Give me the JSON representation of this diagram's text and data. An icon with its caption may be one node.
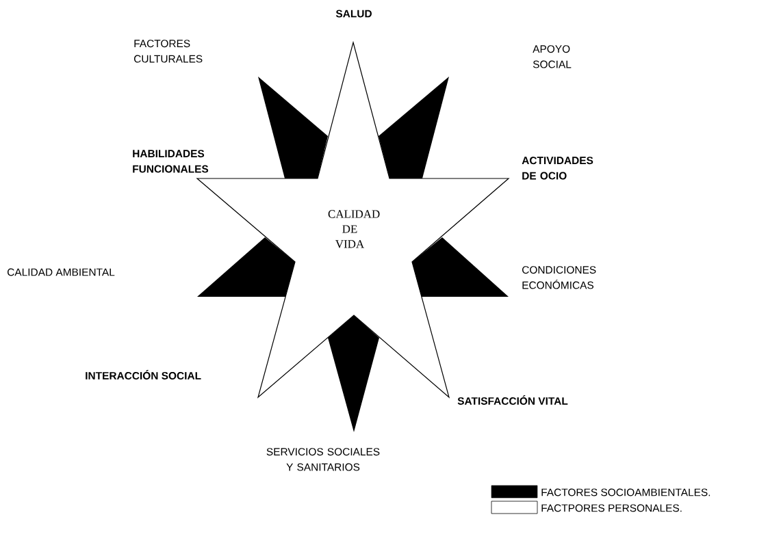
{
  "diagram": {
    "nodes": [
      {
        "text": [
          "CALIDAD DE VIDA"
        ]
      },
      {
        "text": [],
        "shape": "spike"
      },
      {
        "text": [],
        "shape": "spike"
      },
      {
        "text": [],
        "shape": "spike"
      },
      {
        "text": [],
        "shape": "spike"
      },
      {
        "text": [],
        "shape": "spike"
      }
    ],
    "labels": [
      "SALUD",
      "FACTORES CULTURALES",
      "APOYO SOCIAL",
      "HABILIDADES FUNCIONALES",
      "ACTIVIDADES DE OCIO",
      "CALIDAD AMBIENTAL",
      "CONDICIONES ECONÓMICAS",
      "INTERACCIÓN SOCIAL",
      "SATISFACCIÓN VITAL",
      "SERVICIOS SOCIALES Y SANITARIOS"
    ],
    "legend": [
      {
        "text": "FACTORES SOCIOAMBIENTALES.",
        "color": "#000000"
      },
      {
        "text": "FACTPORES PERSONALES."
      }
    ]
  }
}
